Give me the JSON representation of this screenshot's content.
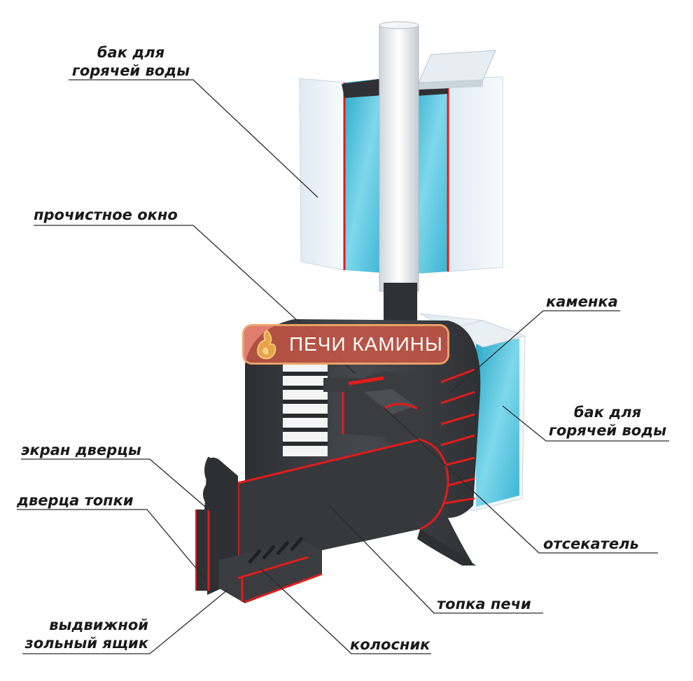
{
  "labels": {
    "tank_top_line1": "бак для",
    "tank_top_line2": "горячей воды",
    "cleaning_window": "прочистное окно",
    "stones": "каменка",
    "tank_side_line1": "бак для",
    "tank_side_line2": "горячей воды",
    "door_screen": "экран дверцы",
    "firebox_door": "дверца топки",
    "cutoff": "отсекатель",
    "firebox": "топка печи",
    "ash_box_line1": "выдвижной",
    "ash_box_line2": "зольный ящик",
    "grate": "колосник"
  },
  "watermark": "ПЕЧИ КАМИНЫ",
  "colors": {
    "stove_body": "#3a3c40",
    "cut_edge": "#e31b1b",
    "water": "#5bc8e0",
    "tank_wall": "#eef5fa",
    "leader": "#222222"
  }
}
